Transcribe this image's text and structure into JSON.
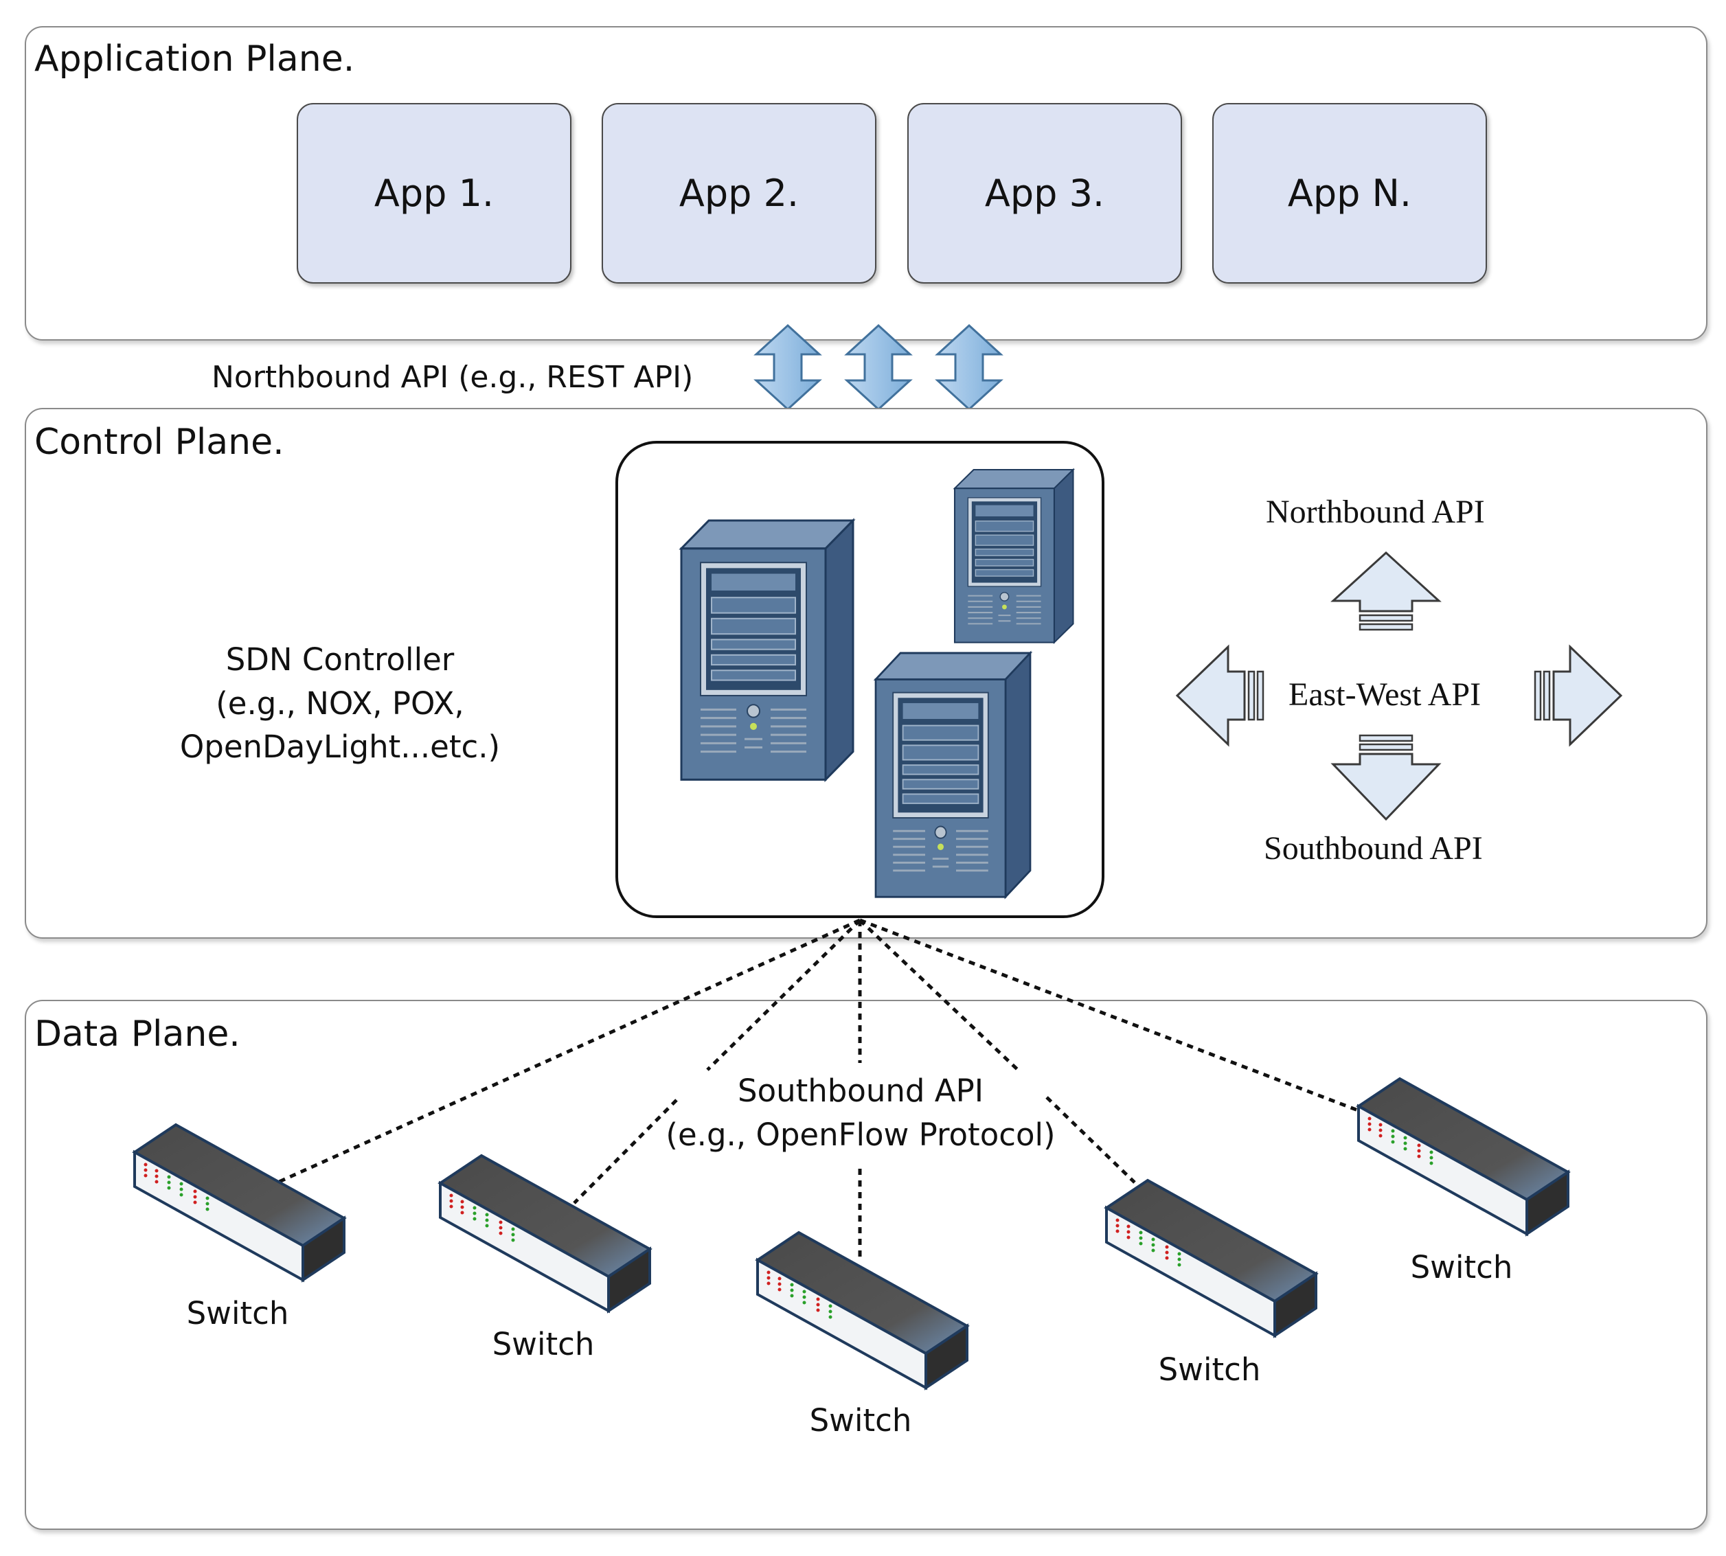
{
  "application_plane": {
    "title": "Application Plane.",
    "apps": [
      "App 1.",
      "App 2.",
      "App 3.",
      "App N."
    ]
  },
  "northbound_label": "Northbound API (e.g., REST API)",
  "control_plane": {
    "title": "Control Plane.",
    "controller_line1": "SDN Controller",
    "controller_line2": "(e.g., NOX, POX,",
    "controller_line3": "OpenDayLight...etc.)",
    "api_compass": {
      "north": "Northbound API",
      "center": "East-West API",
      "south": "Southbound API"
    }
  },
  "data_plane": {
    "title": "Data Plane.",
    "southbound_line1": "Southbound API",
    "southbound_line2": "(e.g., OpenFlow Protocol)",
    "switches": [
      "Switch",
      "Switch",
      "Switch",
      "Switch",
      "Switch"
    ]
  },
  "colors": {
    "app_fill": "#dde3f3",
    "arrow_fill": "#9dc3e6",
    "arrow_stroke": "#41719c",
    "server_body": "#5a7a9e",
    "compass_arrow_fill": "#dfe9f5"
  },
  "icons": {
    "server": "server-tower-icon",
    "switch": "network-switch-icon"
  }
}
